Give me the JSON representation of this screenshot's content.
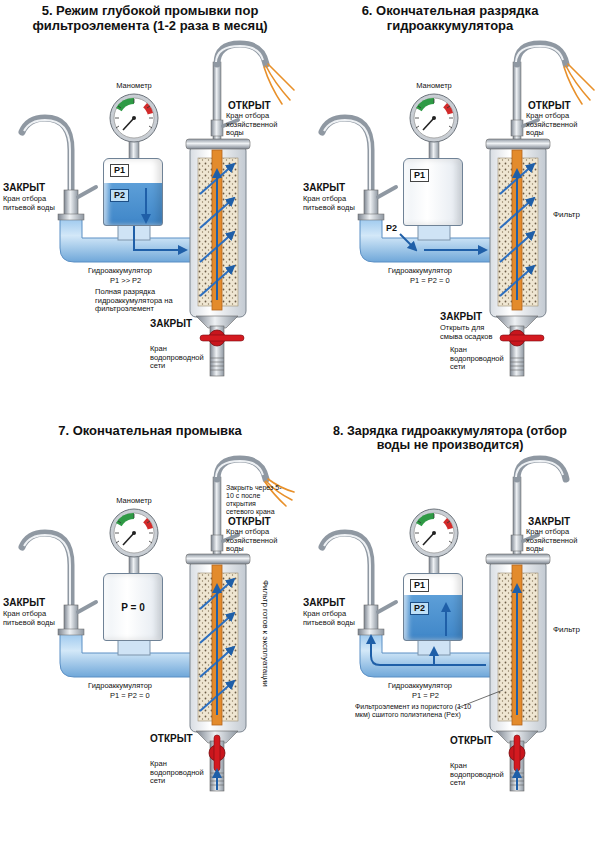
{
  "diagram": {
    "nodes": [
      {
        "text": [
          "P1",
          "P2"
        ]
      },
      {
        "text": [
          "P1"
        ]
      },
      {
        "text": [
          "P = 0"
        ]
      },
      {
        "text": [
          "P1",
          "P2"
        ]
      }
    ],
    "labels": [
      "5. Режим глубокой промывки пор фильтроэлемента (1-2 раза в месяц)",
      "Манометр",
      "ЗАКРЫТ",
      "Кран отбора питьевой воды",
      "ОТКРЫТ",
      "Кран отбора хозяйственной воды",
      "Гидроаккумулятор",
      "P1 >> P2",
      "Полная разрядка гидроаккумулятора на фильтроэлемент",
      "ЗАКРЫТ",
      "Кран водопроводной сети",
      "6. Окончательная разрядка гидроаккумулятора",
      "Манометр",
      "ЗАКРЫТ",
      "Кран отбора питьевой воды",
      "ОТКРЫТ",
      "Кран отбора хозяйственной воды",
      "Фильтр",
      "P2",
      "Гидроаккумулятор",
      "P1 = P2 = 0",
      "ЗАКРЫТ",
      "Открыть для смыва осадков",
      "Кран водопроводной сети",
      "7. Окончательная промывка",
      "Манометр",
      "ЗАКРЫТ",
      "Кран отбора питьевой воды",
      "Закрыть через 5-10 с после открытия сетевого крана",
      "ОТКРЫТ",
      "Кран отбора хозяйственной воды",
      "Фильтр готов к эксплуатации",
      "Гидроаккумулятор",
      "P1 = P2 = 0",
      "ОТКРЫТ",
      "Кран водопроводной сети",
      "8. Зарядка гидроаккумулятора (отбор воды не производится)",
      "ЗАКРЫТ",
      "Кран отбора питьевой воды",
      "ЗАКРЫТ",
      "Кран отбора хозяйственной воды",
      "Фильтр",
      "Гидроаккумулятор",
      "P1 = P2",
      "Фильтроэлемент из пористого (1-10 мкм) сшитого полиэтилена (Pex)",
      "ОТКРЫТ",
      "Кран водопроводной сети"
    ]
  }
}
